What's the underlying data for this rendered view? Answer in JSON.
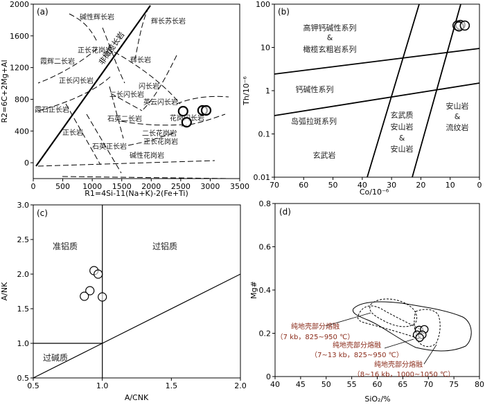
{
  "chart_data": [
    {
      "panel": "(a)",
      "type": "scatter",
      "title": "",
      "xlabel": "R1=4Si-11(Na+K)-2(Fe+Ti)",
      "ylabel": "R2=6C+2Mg+Al",
      "xlim": [
        0,
        3500
      ],
      "ylim": [
        -200,
        2000
      ],
      "xticks": [
        0,
        500,
        1000,
        1500,
        2000,
        2500,
        3000,
        3500
      ],
      "yticks": [
        0,
        400,
        800,
        1200,
        1600,
        2000
      ],
      "series": [
        {
          "values": [
            [
              2540,
              650
            ],
            [
              2600,
              510
            ],
            [
              2870,
              660
            ],
            [
              2930,
              660
            ]
          ]
        }
      ],
      "region_labels": [
        "碱性辉长岩",
        "辉长苏长岩",
        "正长花岗岩",
        "霞辉二长岩",
        "正长闪长岩",
        "辉长岩",
        "闪长岩",
        "二长闪长岩",
        "英云闪长岩",
        "花岗闪长岩",
        "霞石正长岩",
        "石英二长岩",
        "正长岩",
        "二长花岗岩",
        "正长花岗岩",
        "石英正长岩",
        "碱性花岗岩"
      ],
      "boundary_label": "非橄榄长岩"
    },
    {
      "panel": "(b)",
      "type": "scatter",
      "title": "",
      "xlabel": "Co/10⁻⁶",
      "ylabel": "Th/10⁻⁶",
      "xlim": [
        70,
        0
      ],
      "ylim": [
        0.01,
        100
      ],
      "yscale": "log",
      "xticks": [
        70,
        60,
        50,
        40,
        30,
        20,
        10,
        0
      ],
      "yticks": [
        0.01,
        0.1,
        1,
        10,
        100
      ],
      "series": [
        {
          "values": [
            [
              7.5,
              32
            ],
            [
              6.5,
              33
            ],
            [
              7.0,
              30.5
            ],
            [
              5.0,
              32
            ]
          ]
        }
      ],
      "region_labels": [
        "高钾钙碱性系列",
        "&",
        "橄榄玄粗岩系列",
        "钙碱性系列",
        "岛弧拉斑系列",
        "玄武质",
        "安山岩",
        "&",
        "安山岩",
        "安山岩",
        "&",
        "流纹岩",
        "玄武岩"
      ]
    },
    {
      "panel": "(c)",
      "type": "scatter",
      "title": "",
      "xlabel": "A/CNK",
      "ylabel": "A/NK",
      "xlim": [
        0.5,
        2.0
      ],
      "ylim": [
        0.5,
        3.0
      ],
      "xticks": [
        "0.5",
        "1.0",
        "1.5",
        "2.0"
      ],
      "yticks": [
        "0.5",
        "1.0",
        "1.5",
        "2.0",
        "2.5",
        "3.0"
      ],
      "series": [
        {
          "values": [
            [
              0.94,
              2.05
            ],
            [
              0.97,
              2.0
            ],
            [
              0.91,
              1.76
            ],
            [
              0.87,
              1.68
            ],
            [
              1.0,
              1.67
            ]
          ]
        }
      ],
      "region_labels": [
        "准铝质",
        "过铝质",
        "过碱质"
      ]
    },
    {
      "panel": "(d)",
      "type": "scatter",
      "title": "",
      "xlabel": "SiO₂/%",
      "ylabel": "Mg#",
      "xlim": [
        40,
        80
      ],
      "ylim": [
        0,
        0.8
      ],
      "xticks": [
        40,
        45,
        50,
        55,
        60,
        65,
        70,
        75,
        80
      ],
      "yticks": [
        "0",
        "0.2",
        "0.4",
        "0.6",
        "0.8"
      ],
      "series": [
        {
          "values": [
            [
              68.2,
              0.215
            ],
            [
              69.2,
              0.218
            ],
            [
              67.8,
              0.193
            ],
            [
              68.8,
              0.193
            ],
            [
              68.3,
              0.18
            ]
          ]
        }
      ],
      "annotations": [
        {
          "lines": [
            "纯地壳部分熔融",
            "（7 kb，825~950 ℃）"
          ]
        },
        {
          "lines": [
            "纯地壳部分熔融",
            "（7~13 kb，825~950 ℃）"
          ]
        },
        {
          "lines": [
            "纯地壳部分熔融",
            "（8~16 kb，1000~1050 ℃）"
          ]
        }
      ]
    }
  ]
}
